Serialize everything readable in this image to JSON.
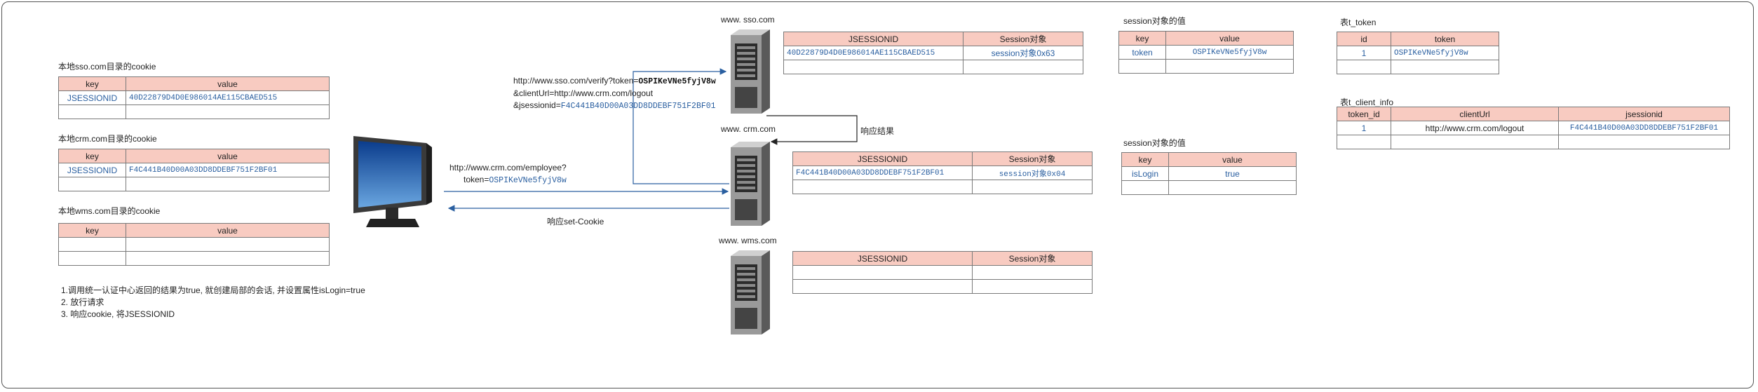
{
  "cookies": {
    "sso": {
      "title": "本地sso.com目录的cookie",
      "head_key": "key",
      "head_value": "value",
      "key": "JSESSIONID",
      "value": "40D22879D4D0E986014AE115CBAED515"
    },
    "crm": {
      "title": "本地crm.com目录的cookie",
      "head_key": "key",
      "head_value": "value",
      "key": "JSESSIONID",
      "value": "F4C441B40D00A03DD8DDEBF751F2BF01"
    },
    "wms": {
      "title": "本地wms.com目录的cookie",
      "head_key": "key",
      "head_value": "value"
    }
  },
  "steps": [
    "1.调用统一认证中心返回的结果为true, 就创建局部的会话, 并设置属性isLogin=true",
    "2. 放行请求",
    "3. 响应cookie, 将JSESSIONID"
  ],
  "requests": {
    "browser_to_crm_line1": "http://www.crm.com/employee?",
    "browser_to_crm_token_prefix": "token=",
    "browser_to_crm_token": "OSPIKeVNe5fyjV8w",
    "verify_line1_prefix": "http://www.sso.com/verify?token=",
    "verify_token": "OSPIKeVNe5fyjV8w",
    "verify_line2": "&clientUrl=http://www.crm.com/logout",
    "verify_line3_prefix": "&jsessionid=",
    "verify_jsessionid": "F4C441B40D00A03DD8DDEBF751F2BF01",
    "response_result": "响应结果",
    "response_set_cookie": "响应set-Cookie"
  },
  "servers": {
    "sso": {
      "name": "www. sso.com",
      "head_id": "JSESSIONID",
      "head_obj": "Session对象",
      "id": "40D22879D4D0E986014AE115CBAED515",
      "obj": "session对象0x63"
    },
    "crm": {
      "name": "www. crm.com",
      "head_id": "JSESSIONID",
      "head_obj": "Session对象",
      "id": "F4C441B40D00A03DD8DDEBF751F2BF01",
      "obj": "session对象0x04"
    },
    "wms": {
      "name": "www. wms.com",
      "head_id": "JSESSIONID",
      "head_obj": "Session对象"
    }
  },
  "session_values": {
    "sso": {
      "title": "session对象的值",
      "head_key": "key",
      "head_value": "value",
      "key": "token",
      "value": "OSPIKeVNe5fyjV8w"
    },
    "crm": {
      "title": "session对象的值",
      "head_key": "key",
      "head_value": "value",
      "key": "isLogin",
      "value": "true"
    }
  },
  "db": {
    "t_token": {
      "title": "表t_token",
      "head_id": "id",
      "head_token": "token",
      "id": "1",
      "token": "OSPIKeVNe5fyjV8w"
    },
    "t_client_info": {
      "title": "表t_client_info",
      "head_token_id": "token_id",
      "head_client_url": "clientUrl",
      "head_jsessionid": "jsessionid",
      "token_id": "1",
      "client_url": "http://www.crm.com/logout",
      "jsessionid": "F4C441B40D00A03DD8DDEBF751F2BF01"
    }
  }
}
